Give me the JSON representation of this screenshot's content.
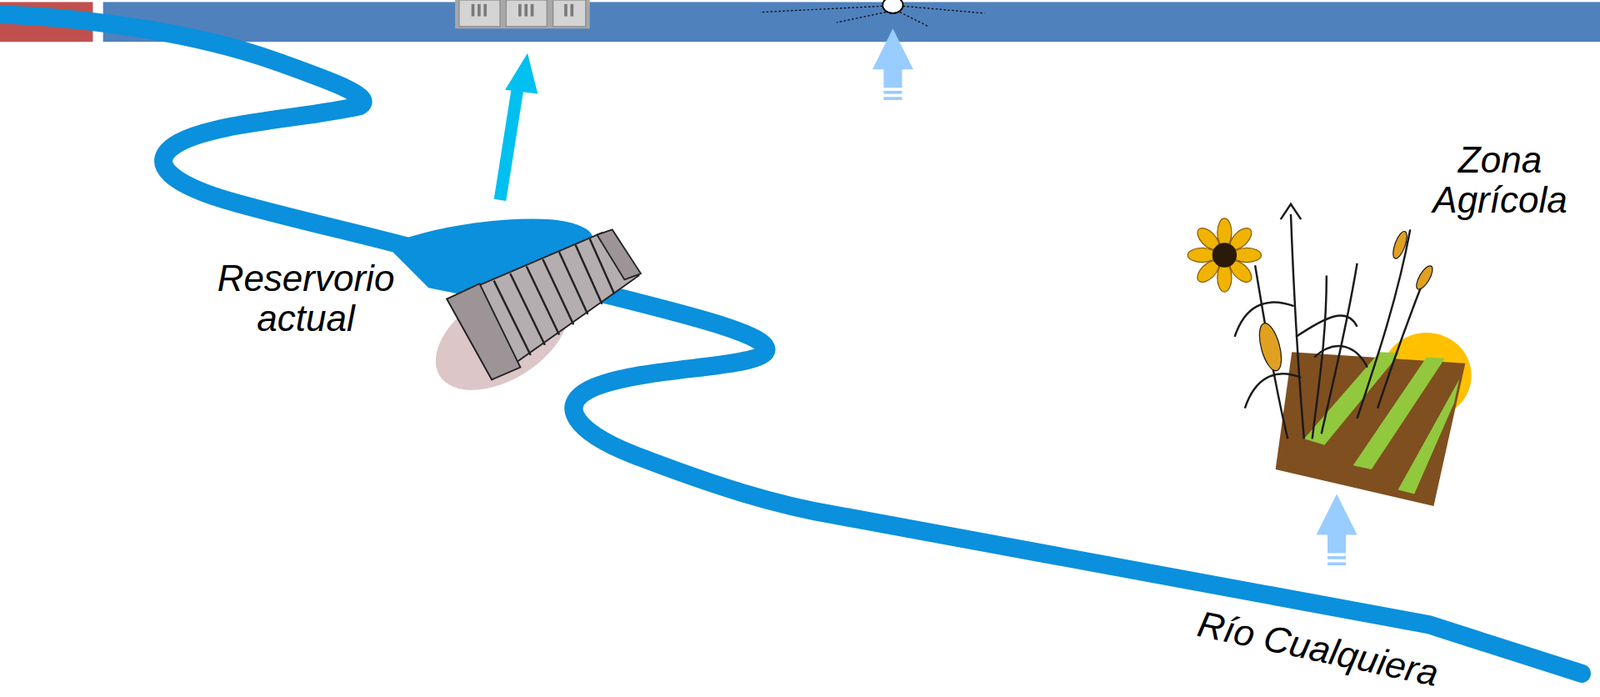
{
  "diagram": {
    "nodes": [
      {
        "text": [
          "Zona Agrícola"
        ]
      },
      {
        "text": [
          "Reservorio actual"
        ]
      }
    ],
    "labels": [
      "Río Cualquiera"
    ]
  }
}
